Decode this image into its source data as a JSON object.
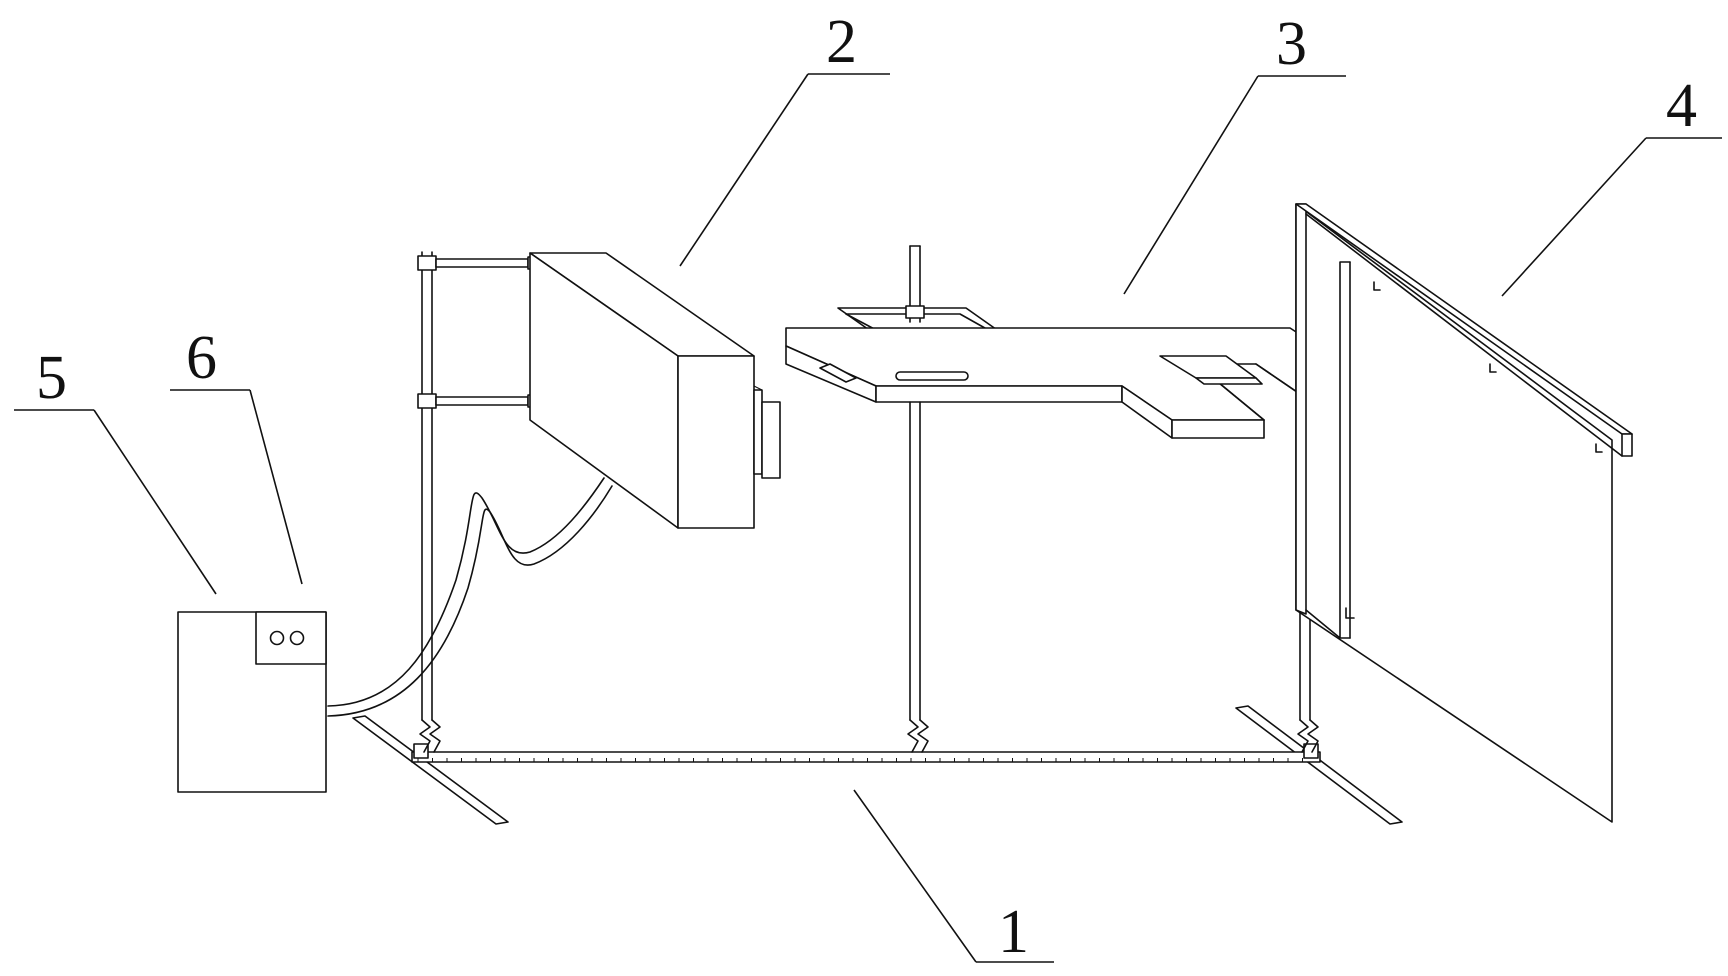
{
  "labels": {
    "rail": "1",
    "emitter": "2",
    "table": "3",
    "screen": "4",
    "controller": "5",
    "panel": "6"
  },
  "colors": {
    "line": "#111111",
    "background": "#ffffff"
  }
}
